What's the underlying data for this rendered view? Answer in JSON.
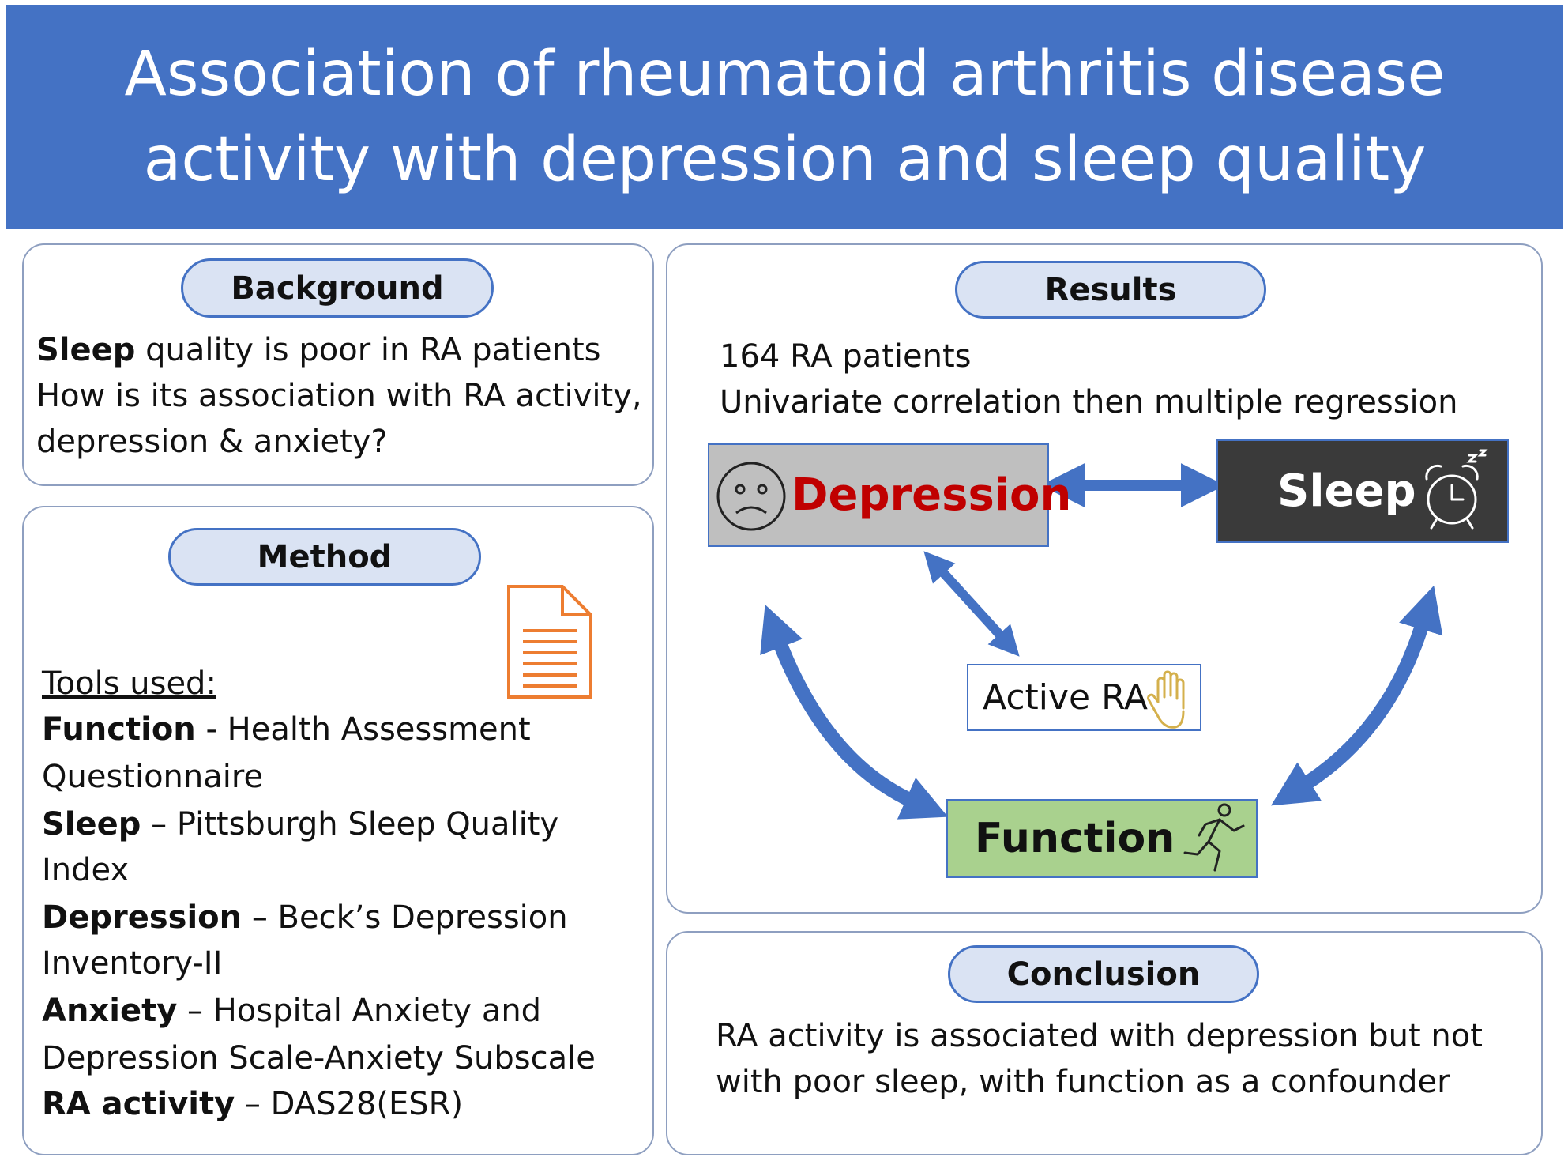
{
  "title": {
    "line1": "Association of rheumatoid arthritis disease",
    "line2": "activity with depression and sleep quality"
  },
  "background": {
    "heading": "Background",
    "line1_bold": "Sleep",
    "line1_rest": " quality is poor in RA patients",
    "line2": "How is its association with RA activity,",
    "line3": "depression & anxiety?"
  },
  "method": {
    "heading": "Method",
    "tools_label": "Tools used:",
    "tools": [
      {
        "name": "Function",
        "sep": " - ",
        "desc1": "Health Assessment",
        "desc2": "Questionnaire"
      },
      {
        "name": "Sleep",
        "sep": " – ",
        "desc1": "Pittsburgh Sleep Quality",
        "desc2": "Index"
      },
      {
        "name": "Depression",
        "sep": " – ",
        "desc1": "Beck’s Depression",
        "desc2": "Inventory-II"
      },
      {
        "name": "Anxiety",
        "sep": " – ",
        "desc1": "Hospital Anxiety and",
        "desc2": "Depression Scale-Anxiety Subscale"
      },
      {
        "name": "RA activity",
        "sep": " – ",
        "desc1": "DAS28(ESR)",
        "desc2": ""
      }
    ]
  },
  "results": {
    "heading": "Results",
    "line1": "164 RA patients",
    "line2": "Univariate correlation then multiple regression",
    "nodes": {
      "depression": "Depression",
      "sleep": "Sleep",
      "active_ra": "Active RA",
      "function": "Function"
    }
  },
  "conclusion": {
    "heading": "Conclusion",
    "line1": "RA activity is associated with depression but not",
    "line2": "with poor sleep, with function as a confounder"
  },
  "colors": {
    "banner": "#4472c4",
    "arrow": "#4472c4",
    "pill_fill": "#dae3f3",
    "depression_text": "#c00000",
    "depression_box": "#bfbfbf",
    "sleep_box": "#3a3a3a",
    "function_box": "#a9d18e",
    "document_icon": "#ed7d31"
  }
}
